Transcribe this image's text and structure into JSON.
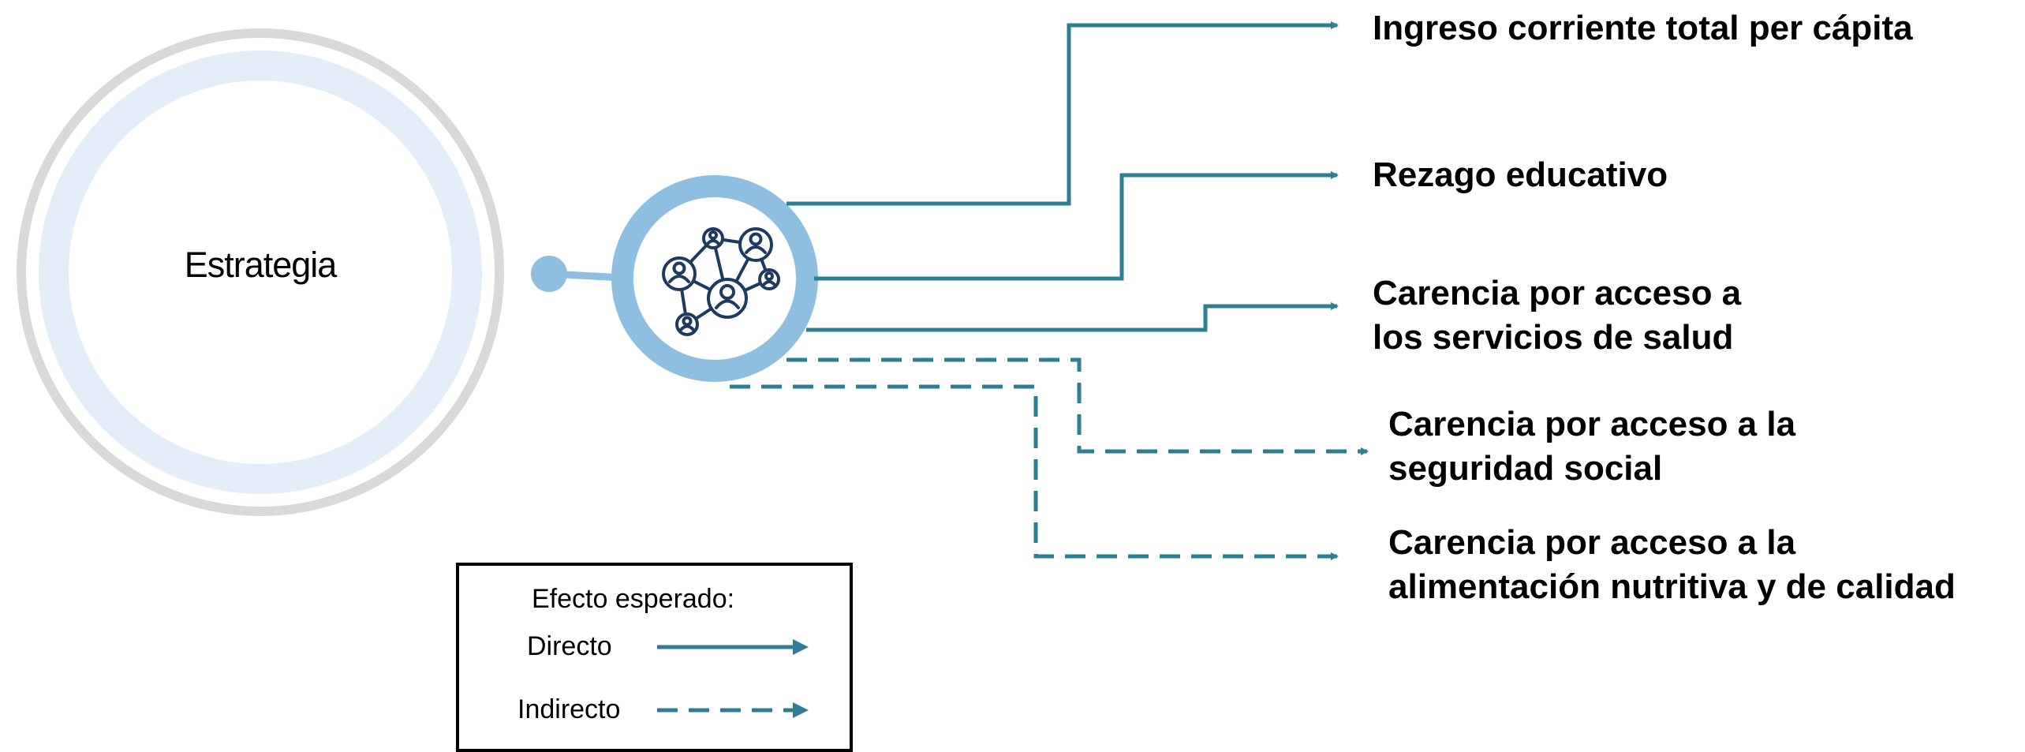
{
  "strategy": {
    "label": "Estrategia"
  },
  "hub": {
    "icon": "people-network-icon"
  },
  "outcomes": [
    {
      "label": "Ingreso corriente total per cápita",
      "effect": "direct"
    },
    {
      "label": "Rezago educativo",
      "effect": "direct"
    },
    {
      "label": "Carencia por acceso a\n los servicios de salud",
      "effect": "direct"
    },
    {
      "label": "Carencia por acceso a la\nseguridad social",
      "effect": "indirect"
    },
    {
      "label": "Carencia por acceso a la\nalimentación nutritiva y de calidad",
      "effect": "indirect"
    }
  ],
  "legend": {
    "title": "Efecto esperado:",
    "direct_label": "Directo",
    "indirect_label": "Indirecto"
  },
  "colors": {
    "connector": "#2E7F93",
    "outer_ring": "#D9D9D9",
    "inner_ring": "#E3EEF8",
    "hub_ring": "#8EBFE0",
    "icon": "#1F3A5F"
  }
}
